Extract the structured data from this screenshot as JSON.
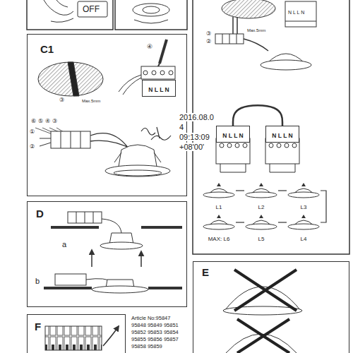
{
  "diagram": {
    "nodes": [
      {
        "text": [
          "C1"
        ]
      },
      {
        "text": [
          "N L L N"
        ],
        "in": 0
      },
      {
        "text": [
          "D"
        ]
      },
      {
        "text": [
          "E"
        ]
      },
      {
        "text": [
          "F"
        ]
      },
      {
        "text": [
          "N L L N"
        ]
      },
      {
        "text": [
          "N L L N"
        ]
      },
      {
        "text": [
          "L1"
        ]
      },
      {
        "text": [
          "L2"
        ]
      },
      {
        "text": [
          "L3"
        ]
      },
      {
        "text": [
          "MAX: L6"
        ]
      },
      {
        "text": [
          "L5"
        ]
      },
      {
        "text": [
          "L4"
        ]
      }
    ],
    "edges": [
      {
        "from": 5,
        "to": 6,
        "arrow": "none"
      },
      {
        "from": 7,
        "to": 8,
        "arrow": "none"
      },
      {
        "from": 8,
        "to": 9,
        "arrow": "none"
      },
      {
        "from": 9,
        "to": 12,
        "arrow": "none"
      },
      {
        "from": 12,
        "to": 11,
        "arrow": "none"
      },
      {
        "from": 11,
        "to": 10,
        "arrow": "none"
      }
    ],
    "labels": [
      "OFF",
      "③",
      "②",
      "N L L N",
      "Max.5mm",
      "④",
      "③",
      "Max.5mm",
      "⑥",
      "⑤",
      "④",
      "③",
      "①",
      "②",
      "2016.08.0",
      "4",
      "09:13:09",
      "+08'00'",
      "a",
      "b",
      "Article No:95847",
      "95848 95849 95851",
      "95852 95853 95854",
      "95855 95856 95857",
      "95858 95859"
    ]
  }
}
